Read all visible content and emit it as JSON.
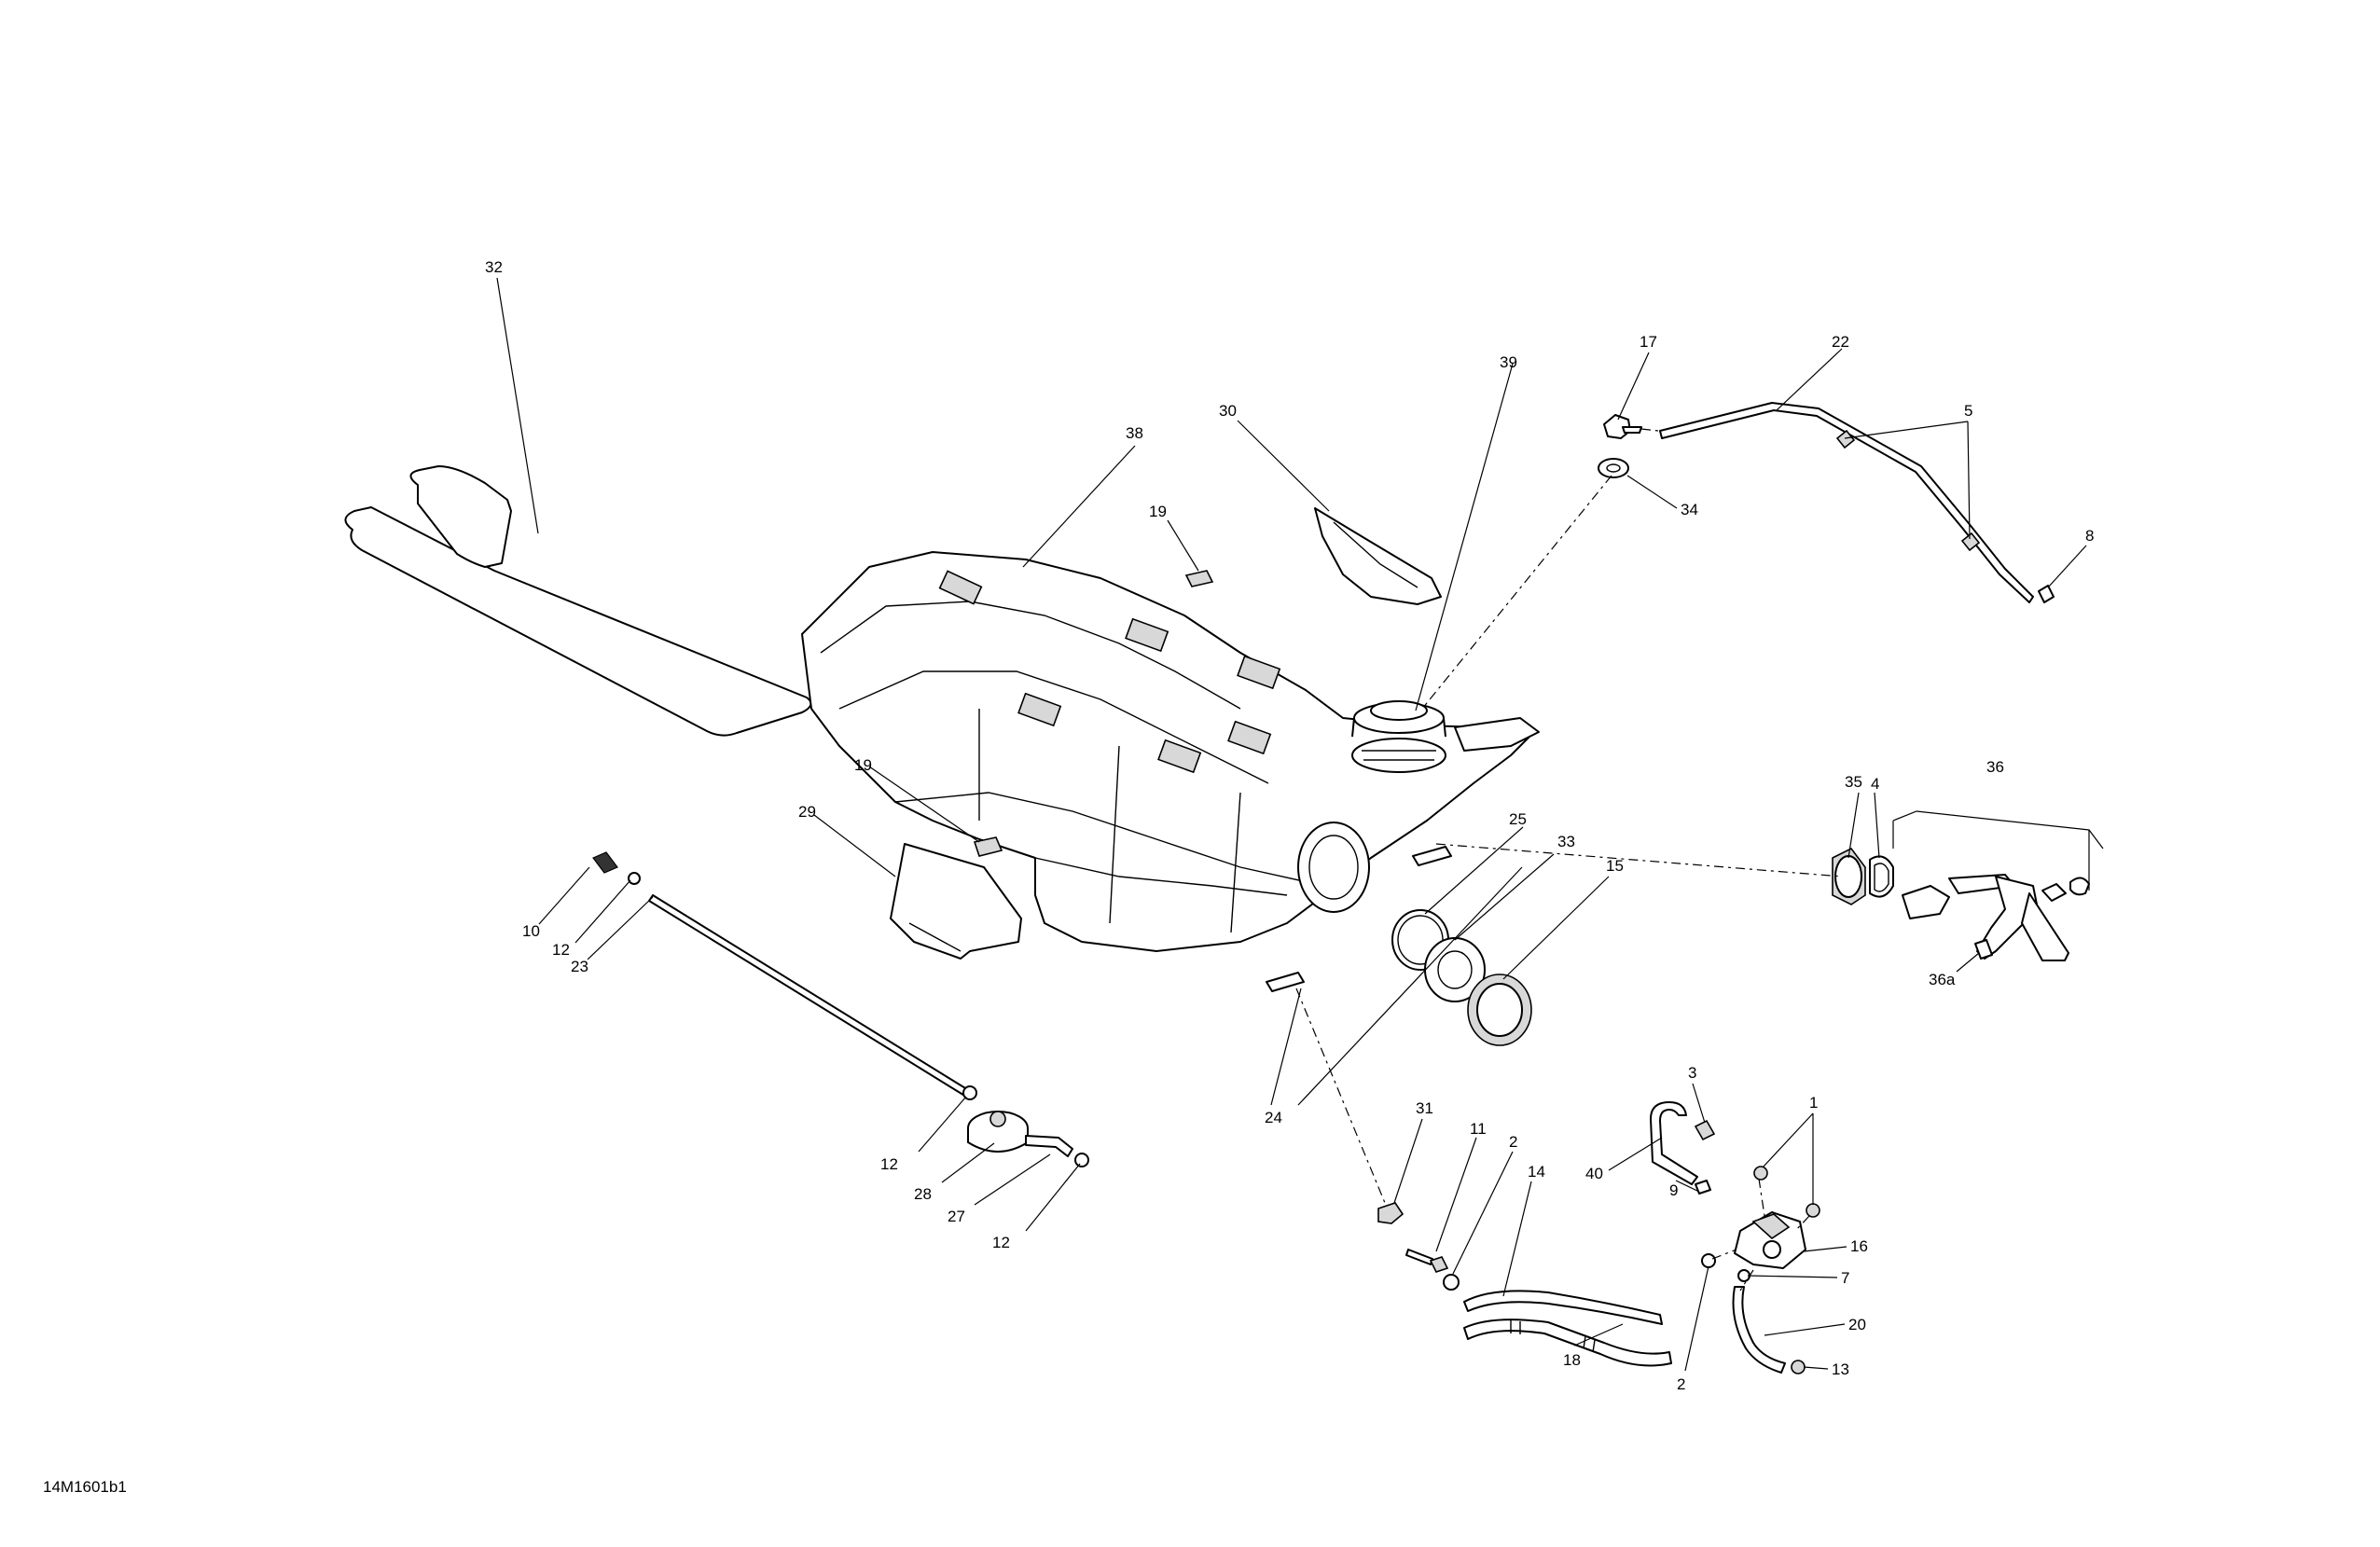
{
  "diagram": {
    "drawing_number": "14M1601b1",
    "callouts": [
      {
        "id": "c32",
        "label": "32"
      },
      {
        "id": "c38",
        "label": "38"
      },
      {
        "id": "c30",
        "label": "30"
      },
      {
        "id": "c19a",
        "label": "19"
      },
      {
        "id": "c39",
        "label": "39"
      },
      {
        "id": "c17",
        "label": "17"
      },
      {
        "id": "c22",
        "label": "22"
      },
      {
        "id": "c5",
        "label": "5"
      },
      {
        "id": "c34",
        "label": "34"
      },
      {
        "id": "c8",
        "label": "8"
      },
      {
        "id": "c19b",
        "label": "19"
      },
      {
        "id": "c29",
        "label": "29"
      },
      {
        "id": "c25",
        "label": "25"
      },
      {
        "id": "c33",
        "label": "33"
      },
      {
        "id": "c15",
        "label": "15"
      },
      {
        "id": "c35",
        "label": "35"
      },
      {
        "id": "c4",
        "label": "4"
      },
      {
        "id": "c36",
        "label": "36"
      },
      {
        "id": "c36a",
        "label": "36a"
      },
      {
        "id": "c10",
        "label": "10"
      },
      {
        "id": "c12a",
        "label": "12"
      },
      {
        "id": "c23",
        "label": "23"
      },
      {
        "id": "c24",
        "label": "24"
      },
      {
        "id": "c12b",
        "label": "12"
      },
      {
        "id": "c28",
        "label": "28"
      },
      {
        "id": "c27",
        "label": "27"
      },
      {
        "id": "c12c",
        "label": "12"
      },
      {
        "id": "c31",
        "label": "31"
      },
      {
        "id": "c11",
        "label": "11"
      },
      {
        "id": "c2a",
        "label": "2"
      },
      {
        "id": "c14",
        "label": "14"
      },
      {
        "id": "c3",
        "label": "3"
      },
      {
        "id": "c1",
        "label": "1"
      },
      {
        "id": "c40",
        "label": "40"
      },
      {
        "id": "c9",
        "label": "9"
      },
      {
        "id": "c16",
        "label": "16"
      },
      {
        "id": "c7",
        "label": "7"
      },
      {
        "id": "c20",
        "label": "20"
      },
      {
        "id": "c18",
        "label": "18"
      },
      {
        "id": "c2b",
        "label": "2"
      },
      {
        "id": "c13",
        "label": "13"
      }
    ]
  }
}
